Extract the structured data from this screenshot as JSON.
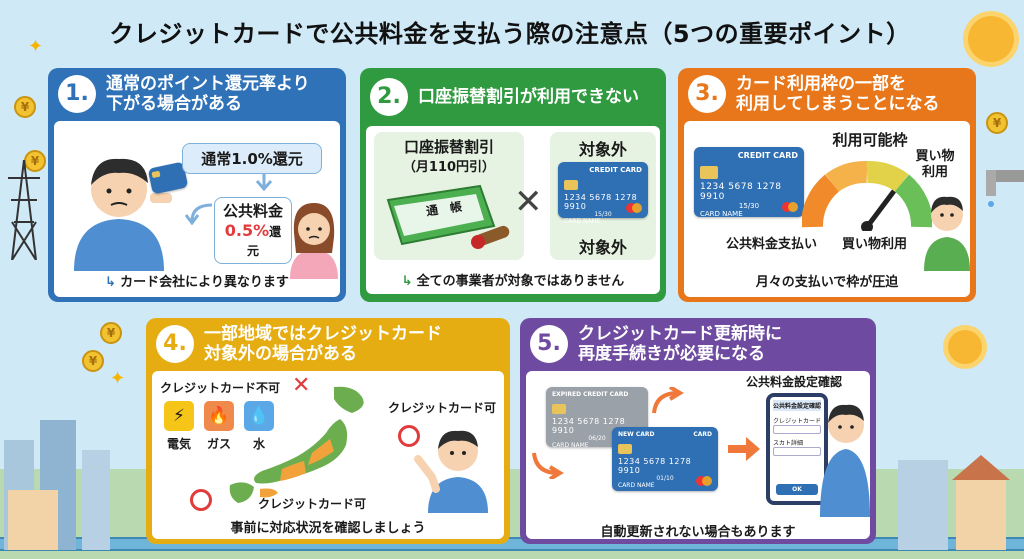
{
  "title": "クレジットカードで公共料金を支払う際の注意点（5つの重要ポイント）",
  "colors": {
    "blue": "#2f72b8",
    "green": "#2f9a3f",
    "orange": "#e8771c",
    "yellow": "#e6ad12",
    "purple": "#6e4ba0"
  },
  "panel1": {
    "num": "1.",
    "title_line1": "通常のポイント還元率より",
    "title_line2": "下がる場合がある",
    "normal_rate_label": "通常1.0%還元",
    "utility_label": "公共料金",
    "utility_rate_value": "0.5%",
    "utility_rate_suffix": "還元",
    "footer": "カード会社により異なります"
  },
  "panel2": {
    "num": "2.",
    "title": "口座振替割引が利用できない",
    "discount_line1": "口座振替割引",
    "discount_line2": "（月110円引）",
    "passbook_label": "通　帳",
    "excluded_top": "対象外",
    "excluded_bottom": "対象外",
    "card_title": "CREDIT CARD",
    "card_number": "1234 5678 1278 9910",
    "card_expiry": "15/30",
    "card_name": "CARD NAME",
    "footer": "全ての事業者が対象ではありません"
  },
  "panel3": {
    "num": "3.",
    "title_line1": "カード利用枠の一部を",
    "title_line2": "利用してしまうことになる",
    "available_label": "利用可能枠",
    "shopping_label_line1": "買い物",
    "shopping_label_line2": "利用",
    "utility_payment_label": "公共料金支払い",
    "shopping_use_label": "買い物利用",
    "card_title": "CREDIT CARD",
    "card_number": "1234 5678 1278 9910",
    "card_expiry": "15/30",
    "card_name": "CARD NAME",
    "footer": "月々の支払いで枠が圧迫"
  },
  "panel4": {
    "num": "4.",
    "title_line1": "一部地域ではクレジットカード",
    "title_line2": "対象外の場合がある",
    "not_accepted_label": "クレジットカード不可",
    "utilities": [
      {
        "icon": "lightning-icon",
        "glyph": "⚡",
        "label": "電気",
        "bg": "#f5c518"
      },
      {
        "icon": "flame-icon",
        "glyph": "🔥",
        "label": "ガス",
        "bg": "#f08a4b"
      },
      {
        "icon": "water-drop-icon",
        "glyph": "💧",
        "label": "水",
        "bg": "#5aa9e6"
      }
    ],
    "accepted_label_top": "クレジットカード可",
    "accepted_label_bottom": "クレジットカード可",
    "footer": "事前に対応状況を確認しましょう"
  },
  "panel5": {
    "num": "5.",
    "title_line1": "クレジットカード更新時に",
    "title_line2": "再度手続きが必要になる",
    "expired_card_title": "EXPIRED CREDIT CARD",
    "expired_card_number": "1234 5678 1278 9910",
    "expired_card_expiry": "06/20",
    "expired_card_name": "CARD NAME",
    "new_card_label": "NEW CARD",
    "new_card_title": "CARD",
    "new_card_number": "1234 5678 1278 9910",
    "new_card_expiry": "01/10",
    "new_card_name": "CARD NAME",
    "confirm_label": "公共料金設定確認",
    "phone_header": "公共料金設定確認",
    "phone_field1": "クレジットカード",
    "phone_field2": "スカト詳細",
    "phone_ok": "OK",
    "footer": "自動更新されない場合もあります"
  }
}
